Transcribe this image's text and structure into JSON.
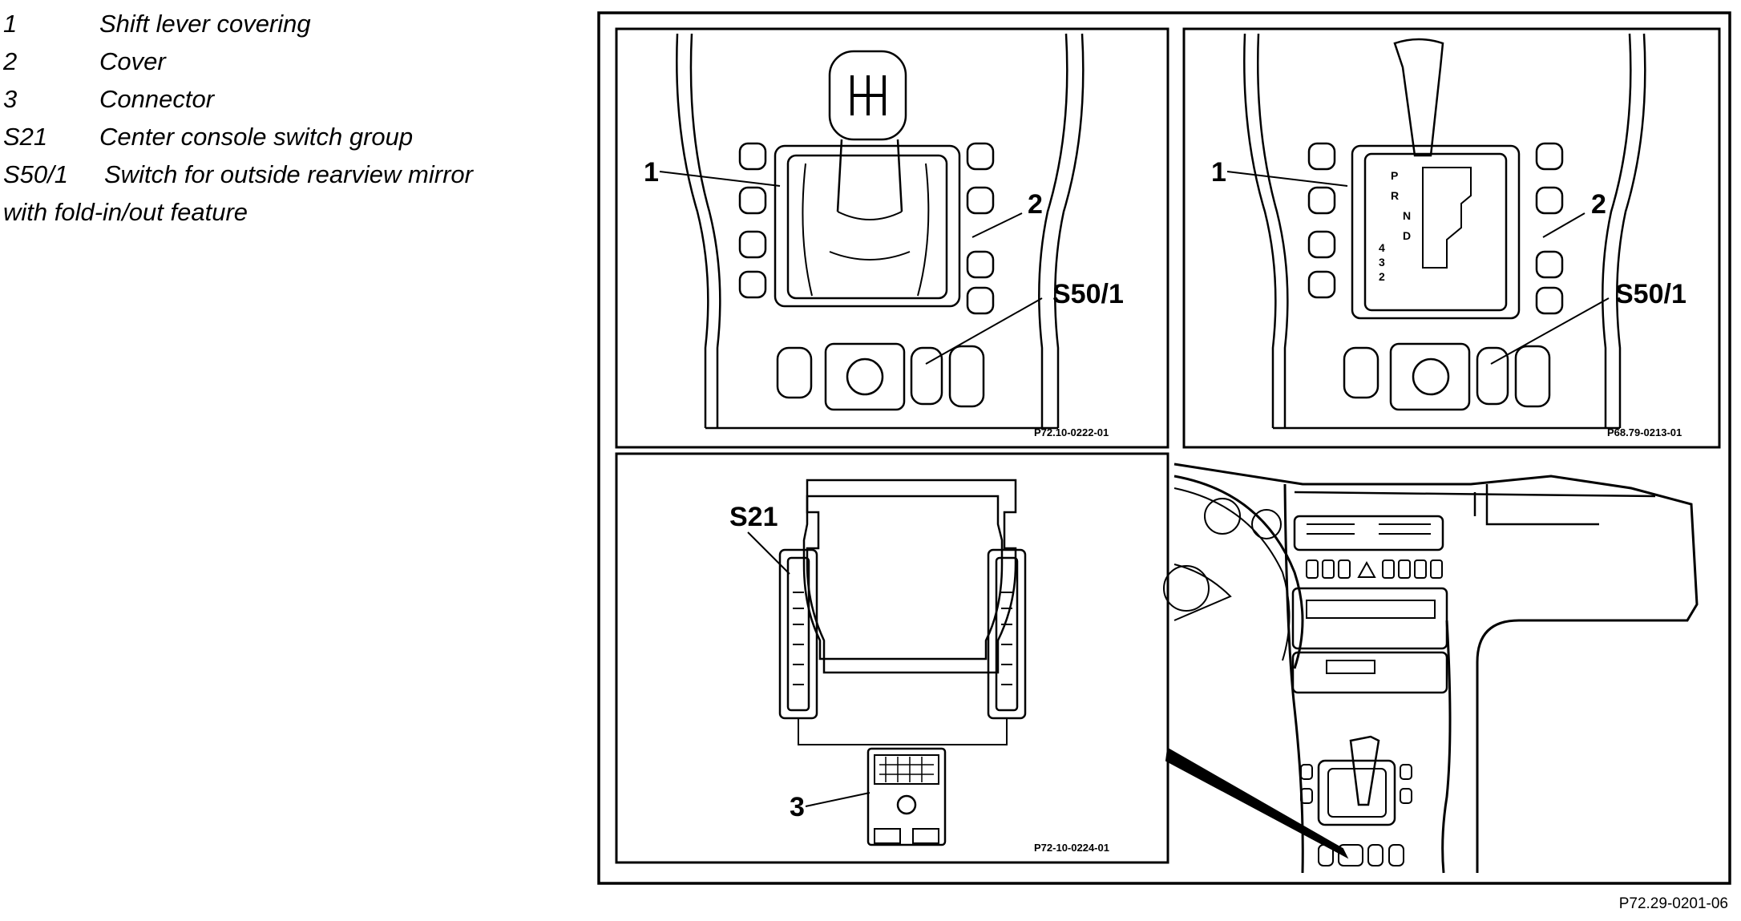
{
  "legend": {
    "items": [
      {
        "key": "1",
        "text": "Shift lever covering"
      },
      {
        "key": "2",
        "text": "Cover"
      },
      {
        "key": "3",
        "text": "Connector"
      },
      {
        "key": "S21",
        "text": "Center console switch group"
      },
      {
        "key": "S50/1",
        "text": "Switch for outside rearview mirror"
      }
    ],
    "continuation": "with fold-in/out feature"
  },
  "panels": {
    "manual": {
      "label_1": "1",
      "label_2": "2",
      "label_s50": "S50/1",
      "ref": "P72.10-0222-01"
    },
    "automatic": {
      "label_1": "1",
      "label_2": "2",
      "label_s50": "S50/1",
      "ref": "P68.79-0213-01",
      "gears": [
        "P",
        "R",
        "N",
        "D",
        "4",
        "3",
        "2"
      ]
    },
    "switch_group": {
      "label_s21": "S21",
      "label_3": "3",
      "ref": "P72-10-0224-01"
    },
    "dashboard": {}
  },
  "figure_id": "P72.29-0201-06"
}
